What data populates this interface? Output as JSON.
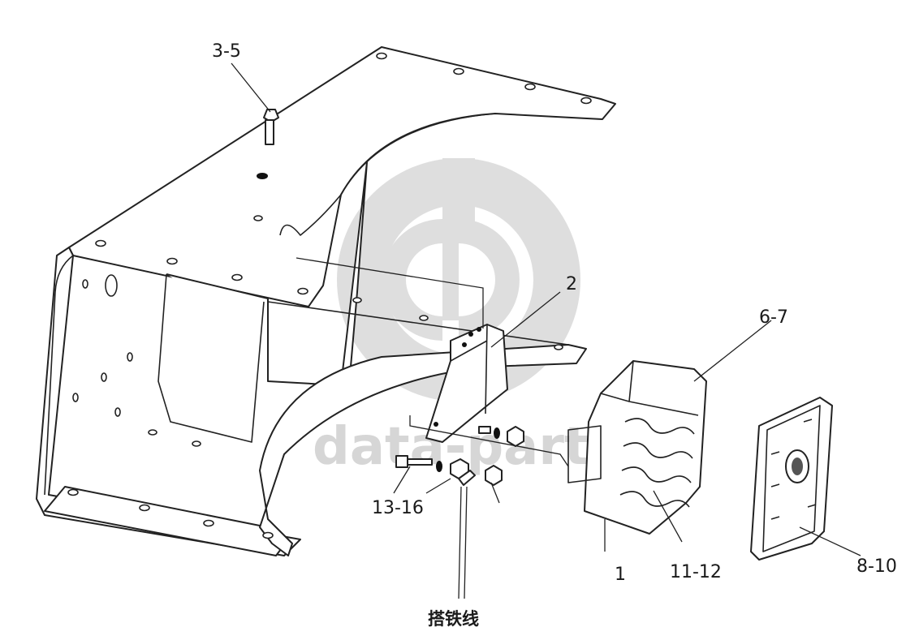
{
  "watermark": {
    "text": "data-parts",
    "color": "#c9c9c9"
  },
  "callouts": [
    {
      "id": "c-3-5",
      "text": "3-5"
    },
    {
      "id": "c-2",
      "text": "2"
    },
    {
      "id": "c-6-7",
      "text": "6-7"
    },
    {
      "id": "c-13-16",
      "text": "13-16"
    },
    {
      "id": "c-1",
      "text": "1"
    },
    {
      "id": "c-11-12",
      "text": "11-12"
    },
    {
      "id": "c-8-10",
      "text": "8-10"
    },
    {
      "id": "c-ground",
      "text": "搭铁线"
    }
  ],
  "colors": {
    "line": "#222222",
    "background": "#ffffff"
  }
}
